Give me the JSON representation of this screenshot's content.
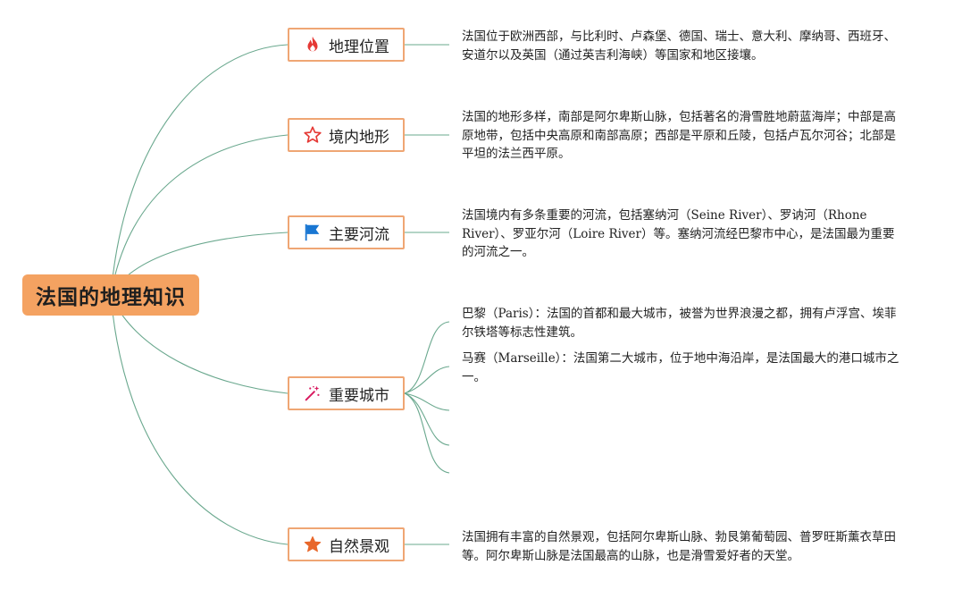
{
  "root": {
    "title": "法国的地理知识"
  },
  "branches": [
    {
      "title": "地理位置",
      "icon": "fire-icon",
      "icon_color": "#e53935",
      "details": [
        "法国位于欧洲西部，与比利时、卢森堡、德国、瑞士、意大利、摩纳哥、西班牙、安道尔以及英国（通过英吉利海峡）等国家和地区接壤。"
      ]
    },
    {
      "title": "境内地形",
      "icon": "star-outline-icon",
      "icon_color": "#e53935",
      "details": [
        "法国的地形多样，南部是阿尔卑斯山脉，包括著名的滑雪胜地蔚蓝海岸；中部是高原地带，包括中央高原和南部高原；西部是平原和丘陵，包括卢瓦尔河谷；北部是平坦的法兰西平原。"
      ]
    },
    {
      "title": "主要河流",
      "icon": "flag-icon",
      "icon_color": "#1976d2",
      "details": [
        "法国境内有多条重要的河流，包括塞纳河（Seine River）、罗讷河（Rhone River）、罗亚尔河（Loire River）等。塞纳河流经巴黎市中心，是法国最为重要的河流之一。"
      ]
    },
    {
      "title": "重要城市",
      "icon": "magic-wand-icon",
      "icon_color": "#d81b60",
      "details": [
        "巴黎（Paris）：法国的首都和最大城市，被誉为世界浪漫之都，拥有卢浮宫、埃菲尔铁塔等标志性建筑。",
        "马赛（Marseille）：法国第二大城市，位于地中海沿岸，是法国最大的港口城市之一。"
      ]
    },
    {
      "title": "自然景观",
      "icon": "star-filled-icon",
      "icon_color": "#e8672b",
      "details": [
        "法国拥有丰富的自然景观，包括阿尔卑斯山脉、勃艮第葡萄园、普罗旺斯薰衣草田等。阿尔卑斯山脉是法国最高的山脉，也是滑雪爱好者的天堂。"
      ]
    }
  ],
  "colors": {
    "connector": "#6aa88e",
    "node_border": "#efa674",
    "root_fill": "#f4a261"
  }
}
